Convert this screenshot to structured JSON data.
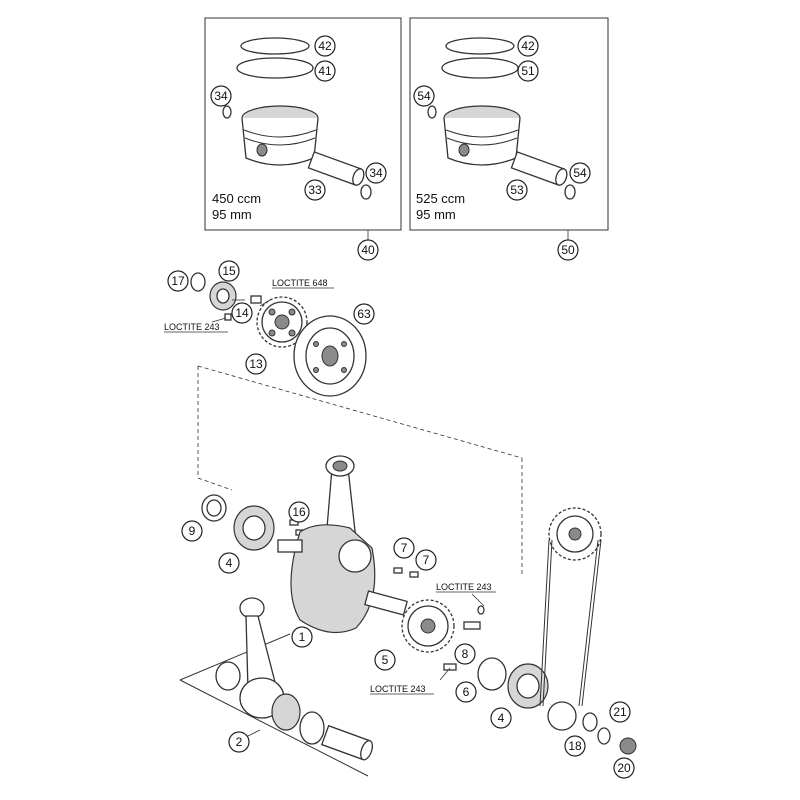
{
  "boxes": [
    {
      "id": "box-450",
      "displacement": "450 ccm",
      "bore": "95 mm",
      "ref": "40"
    },
    {
      "id": "box-525",
      "displacement": "525 ccm",
      "bore": "95 mm",
      "ref": "50"
    }
  ],
  "notes": {
    "loctite_648": "LOCTITE 648",
    "loctite_243_a": "LOCTITE 243",
    "loctite_243_b": "LOCTITE 243",
    "loctite_243_c": "LOCTITE 243"
  },
  "callouts": {
    "c42a": "42",
    "c41": "41",
    "c34a": "34",
    "c34b": "34",
    "c33": "33",
    "c42b": "42",
    "c51": "51",
    "c54a": "54",
    "c54b": "54",
    "c53": "53",
    "c40": "40",
    "c50": "50",
    "c17": "17",
    "c15": "15",
    "c14": "14",
    "c13": "13",
    "c63": "63",
    "c9": "9",
    "c4a": "4",
    "c16": "16",
    "c7a": "7",
    "c7b": "7",
    "c1": "1",
    "c5": "5",
    "c8": "8",
    "c6": "6",
    "c4b": "4",
    "c2": "2",
    "c18": "18",
    "c21": "21",
    "c20": "20"
  }
}
